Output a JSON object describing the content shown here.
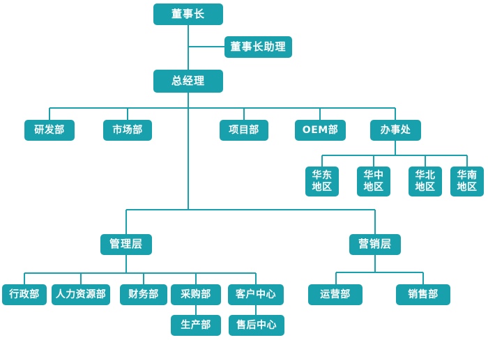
{
  "colors": {
    "node_fill": "#18a1ac",
    "node_text": "#ffffff",
    "line": "#18a1ac",
    "background": "#ffffff"
  },
  "nodes": {
    "chairman": {
      "label": "董事长"
    },
    "chairman_assistant": {
      "label": "董事长助理"
    },
    "general_manager": {
      "label": "总经理"
    },
    "rd_dept": {
      "label": "研发部"
    },
    "market_dept": {
      "label": "市场部"
    },
    "project_dept": {
      "label": "项目部"
    },
    "oem_dept": {
      "label": "OEM部"
    },
    "office": {
      "label": "办事处"
    },
    "east_region": {
      "label": "华东地区",
      "lines": [
        "华东",
        "地区"
      ]
    },
    "central_region": {
      "label": "华中地区",
      "lines": [
        "华中",
        "地区"
      ]
    },
    "north_region": {
      "label": "华北地区",
      "lines": [
        "华北",
        "地区"
      ]
    },
    "south_region": {
      "label": "华南地区",
      "lines": [
        "华南",
        "地区"
      ]
    },
    "management_layer": {
      "label": "管理层"
    },
    "marketing_layer": {
      "label": "营销层"
    },
    "admin_dept": {
      "label": "行政部"
    },
    "hr_dept": {
      "label": "人力资源部"
    },
    "finance_dept": {
      "label": "财务部"
    },
    "purchasing_dept": {
      "label": "采购部"
    },
    "customer_center": {
      "label": "客户中心"
    },
    "operations_dept": {
      "label": "运营部"
    },
    "sales_dept": {
      "label": "销售部"
    },
    "production_dept": {
      "label": "生产部"
    },
    "aftersales_center": {
      "label": "售后中心"
    }
  },
  "hierarchy_edges": [
    [
      "董事长",
      "董事长助理"
    ],
    [
      "董事长",
      "总经理"
    ],
    [
      "总经理",
      "研发部"
    ],
    [
      "总经理",
      "市场部"
    ],
    [
      "总经理",
      "项目部"
    ],
    [
      "总经理",
      "OEM部"
    ],
    [
      "总经理",
      "办事处"
    ],
    [
      "办事处",
      "华东地区"
    ],
    [
      "办事处",
      "华中地区"
    ],
    [
      "办事处",
      "华北地区"
    ],
    [
      "办事处",
      "华南地区"
    ],
    [
      "总经理",
      "管理层"
    ],
    [
      "总经理",
      "营销层"
    ],
    [
      "管理层",
      "行政部"
    ],
    [
      "管理层",
      "人力资源部"
    ],
    [
      "管理层",
      "财务部"
    ],
    [
      "管理层",
      "采购部"
    ],
    [
      "管理层",
      "客户中心"
    ],
    [
      "采购部",
      "生产部"
    ],
    [
      "客户中心",
      "售后中心"
    ],
    [
      "营销层",
      "运营部"
    ],
    [
      "营销层",
      "销售部"
    ]
  ]
}
